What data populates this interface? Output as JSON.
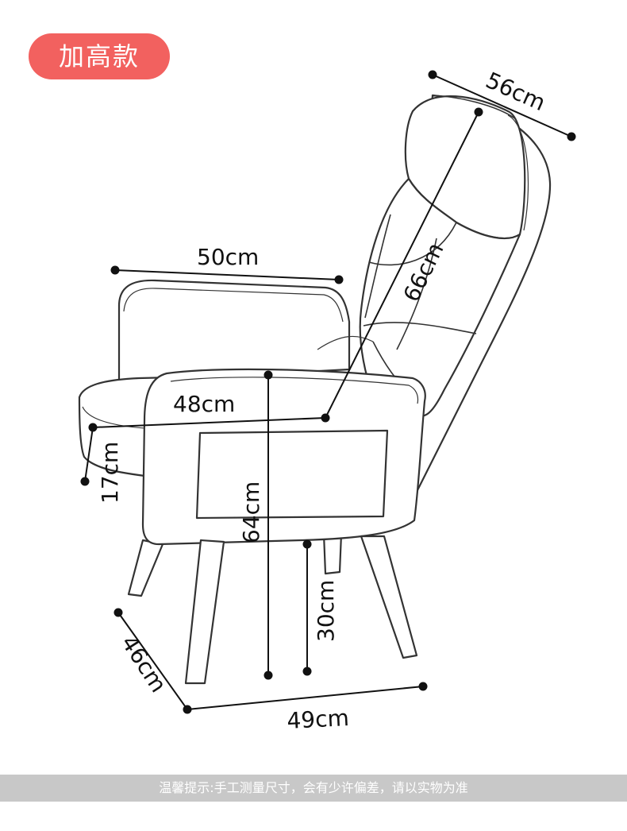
{
  "badge": {
    "label": "加高款",
    "color": "#f2615f"
  },
  "dimensions": {
    "back_depth": "56cm",
    "back_height": "66cm",
    "armrest_depth": "50cm",
    "seat_width": "48cm",
    "cushion_thickness": "17cm",
    "total_height": "64cm",
    "seat_height": "30cm",
    "base_depth": "46cm",
    "base_width": "49cm"
  },
  "footer": {
    "note": "温馨提示:手工测量尺寸，会有少许偏差，请以实物为准",
    "color": "#c8c8c8"
  }
}
